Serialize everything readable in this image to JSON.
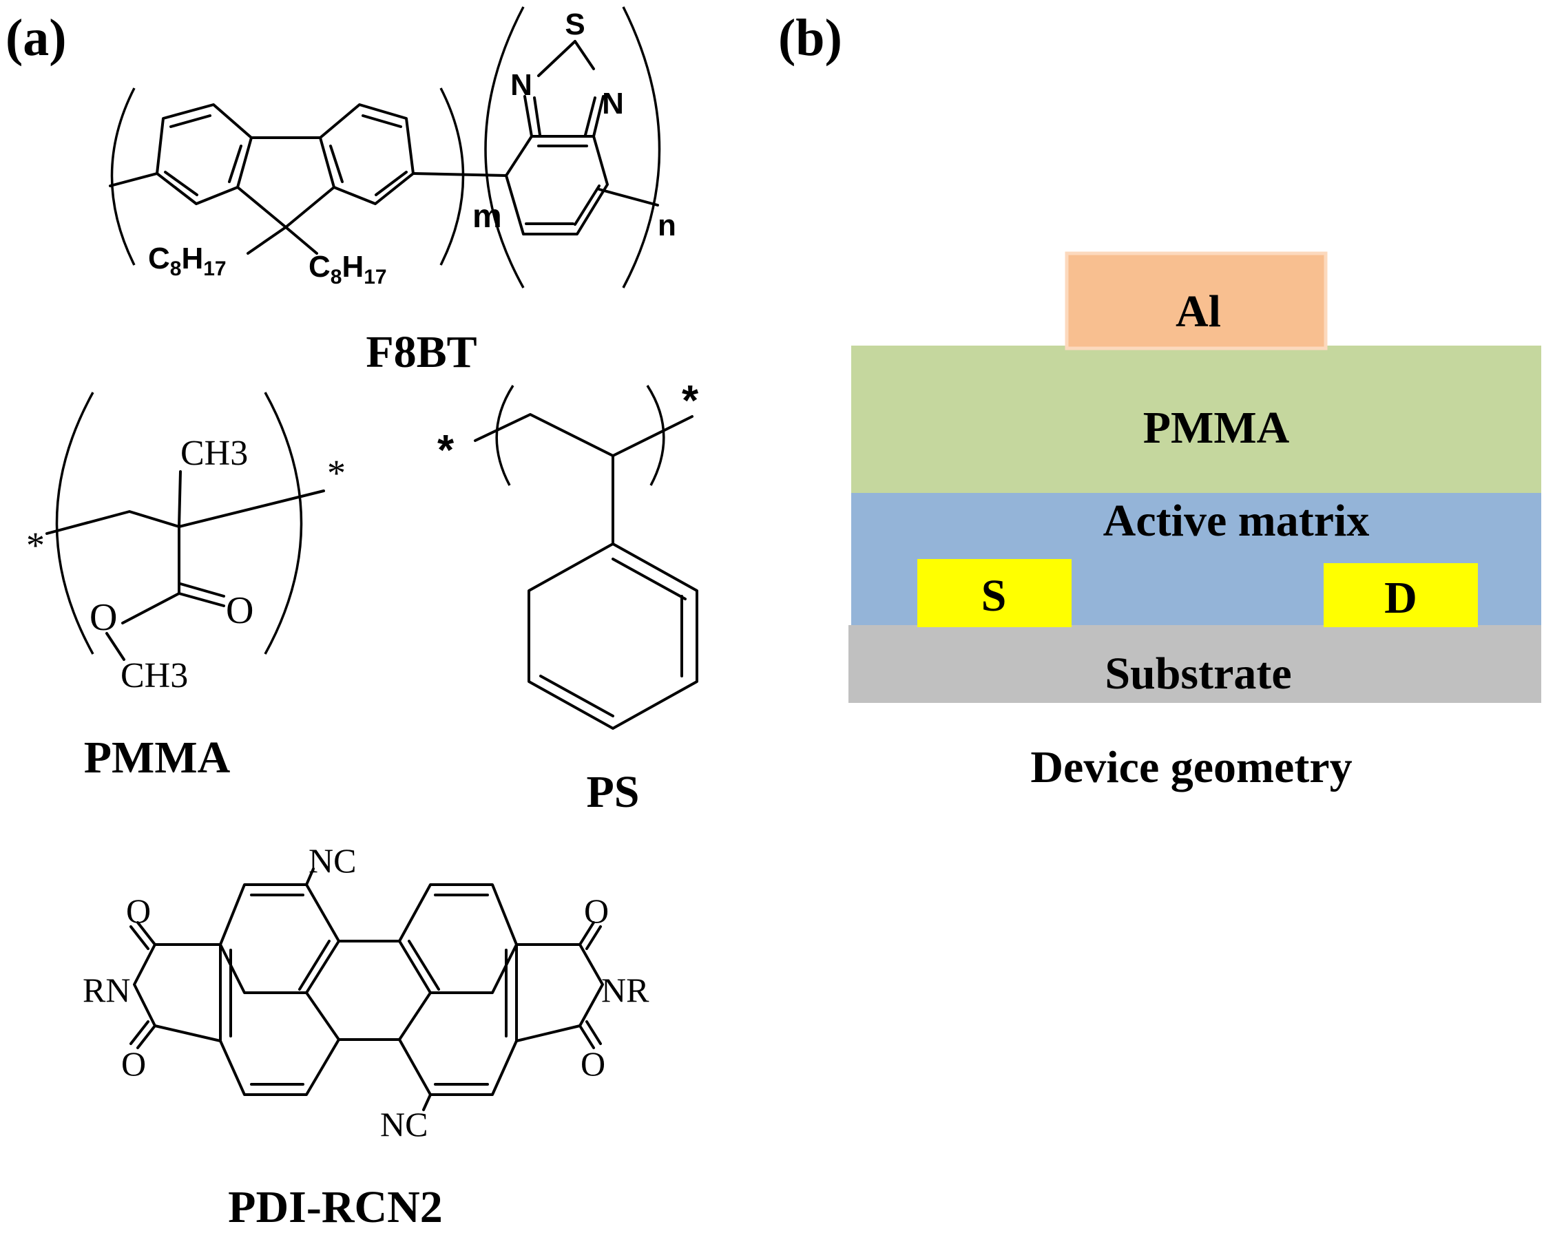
{
  "panel_a": {
    "label": "(a)",
    "f8bt": {
      "name": "F8BT",
      "atom_s": "S",
      "atom_n1": "N",
      "atom_n2": "N",
      "sub_m": "m",
      "sub_n": "n",
      "side_chain": {
        "c": "C",
        "c_sub": "8",
        "h": "H",
        "h_sub": "17"
      }
    },
    "pmma": {
      "name": "PMMA",
      "methyl_top": "CH3",
      "carbonyl_o": "O",
      "ester_o": "O",
      "methyl_bottom": "CH3",
      "star": "*"
    },
    "ps": {
      "name": "PS",
      "star": "*"
    },
    "pdi": {
      "name": "PDI-RCN2",
      "nc_top": "NC",
      "nc_bottom": "NC",
      "rn": "RN",
      "nr": "NR",
      "oxygen": "O"
    }
  },
  "panel_b": {
    "label": "(b)",
    "caption": "Device geometry",
    "layers": {
      "al": "Al",
      "pmma": "PMMA",
      "active": "Active matrix",
      "source": "S",
      "drain": "D",
      "substrate": "Substrate"
    },
    "colors": {
      "al_fill": "#f8bf90",
      "al_border": "#fcd9bd",
      "pmma": "#c5d79e",
      "active": "#94b4d8",
      "electrode": "#ffff00",
      "substrate": "#c0c0c0"
    }
  }
}
